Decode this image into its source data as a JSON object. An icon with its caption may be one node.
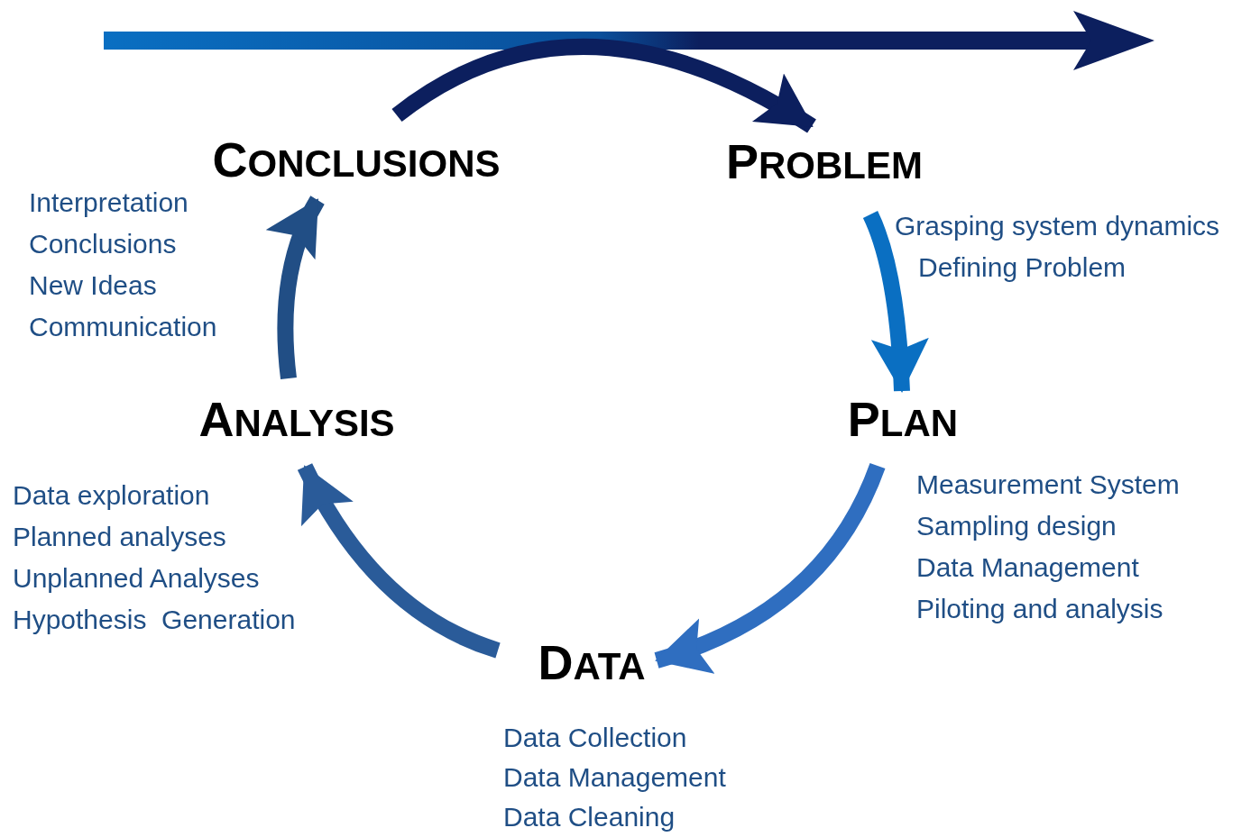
{
  "diagram": {
    "nodes": [
      {
        "text": [
          "PROBLEM"
        ],
        "beside": [
          "Grasping system dynamics",
          "Defining Problem"
        ]
      },
      {
        "text": [
          "PLAN"
        ],
        "beside": [
          "Measurement System",
          "Sampling design",
          "Data Management",
          "Piloting and analysis"
        ]
      },
      {
        "text": [
          "DATA"
        ],
        "beside": [
          "Data Collection",
          "Data Management",
          "Data Cleaning"
        ]
      },
      {
        "text": [
          "ANALYSIS"
        ],
        "beside": [
          "Data exploration",
          "Planned analyses",
          "Unplanned Analyses",
          "Hypothesis  Generation"
        ]
      },
      {
        "text": [
          "CONCLUSIONS"
        ],
        "beside": [
          "Interpretation",
          "Conclusions",
          "New Ideas",
          "Communication"
        ]
      }
    ],
    "edges": [
      {
        "from": 0,
        "to": 1,
        "arrow": "to",
        "color": "#0a6fc2"
      },
      {
        "from": 1,
        "to": 2,
        "arrow": "to",
        "color": "#2f6ec0"
      },
      {
        "from": 2,
        "to": 3,
        "arrow": "to",
        "color": "#2a5b99"
      },
      {
        "from": 3,
        "to": 4,
        "arrow": "to",
        "color": "#214e85"
      },
      {
        "from": 4,
        "to": 0,
        "arrow": "to",
        "color": "#0c1f5e"
      }
    ]
  }
}
